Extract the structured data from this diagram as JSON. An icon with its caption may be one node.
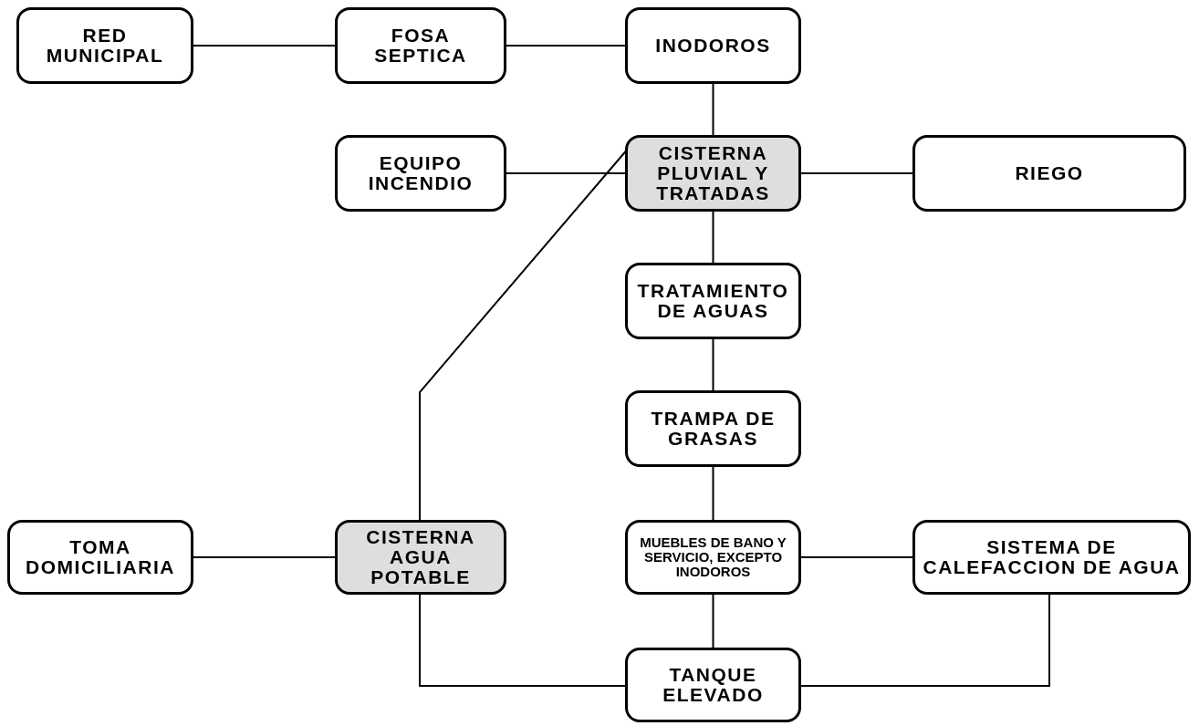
{
  "diagram": {
    "nodes": [
      {
        "text": [
          "RED MUNICIPAL"
        ]
      },
      {
        "text": [
          "FOSA SEPTICA"
        ]
      },
      {
        "text": [
          "INODOROS"
        ]
      },
      {
        "text": [
          "EQUIPO INCENDIO"
        ]
      },
      {
        "text": [
          "CISTERNA PLUVIAL Y TRATADAS"
        ]
      },
      {
        "text": [
          "RIEGO"
        ]
      },
      {
        "text": [
          "TRATAMIENTO DE AGUAS"
        ]
      },
      {
        "text": [
          "TRAMPA DE GRASAS"
        ]
      },
      {
        "text": [
          "TOMA DOMICILIARIA"
        ]
      },
      {
        "text": [
          "CISTERNA AGUA POTABLE"
        ]
      },
      {
        "text": [
          "MUEBLES DE BANO Y SERVICIO, EXCEPTO INODOROS"
        ]
      },
      {
        "text": [
          "SISTEMA DE CALEFACCION DE AGUA"
        ]
      },
      {
        "text": [
          "TANQUE ELEVADO"
        ]
      }
    ],
    "edges": [
      {
        "from": 0,
        "to": 1,
        "arrow": "none"
      },
      {
        "from": 1,
        "to": 2,
        "arrow": "none"
      },
      {
        "from": 2,
        "to": 4,
        "arrow": "none"
      },
      {
        "from": 3,
        "to": 4,
        "arrow": "none"
      },
      {
        "from": 4,
        "to": 5,
        "arrow": "none"
      },
      {
        "from": 4,
        "to": 6,
        "arrow": "none"
      },
      {
        "from": 6,
        "to": 7,
        "arrow": "none"
      },
      {
        "from": 7,
        "to": 10,
        "arrow": "none"
      },
      {
        "from": 8,
        "to": 9,
        "arrow": "none"
      },
      {
        "from": 9,
        "to": 4,
        "arrow": "none"
      },
      {
        "from": 10,
        "to": 11,
        "arrow": "none"
      },
      {
        "from": 10,
        "to": 12,
        "arrow": "none"
      },
      {
        "from": 9,
        "to": 12,
        "arrow": "none"
      },
      {
        "from": 11,
        "to": 12,
        "arrow": "none"
      }
    ]
  }
}
